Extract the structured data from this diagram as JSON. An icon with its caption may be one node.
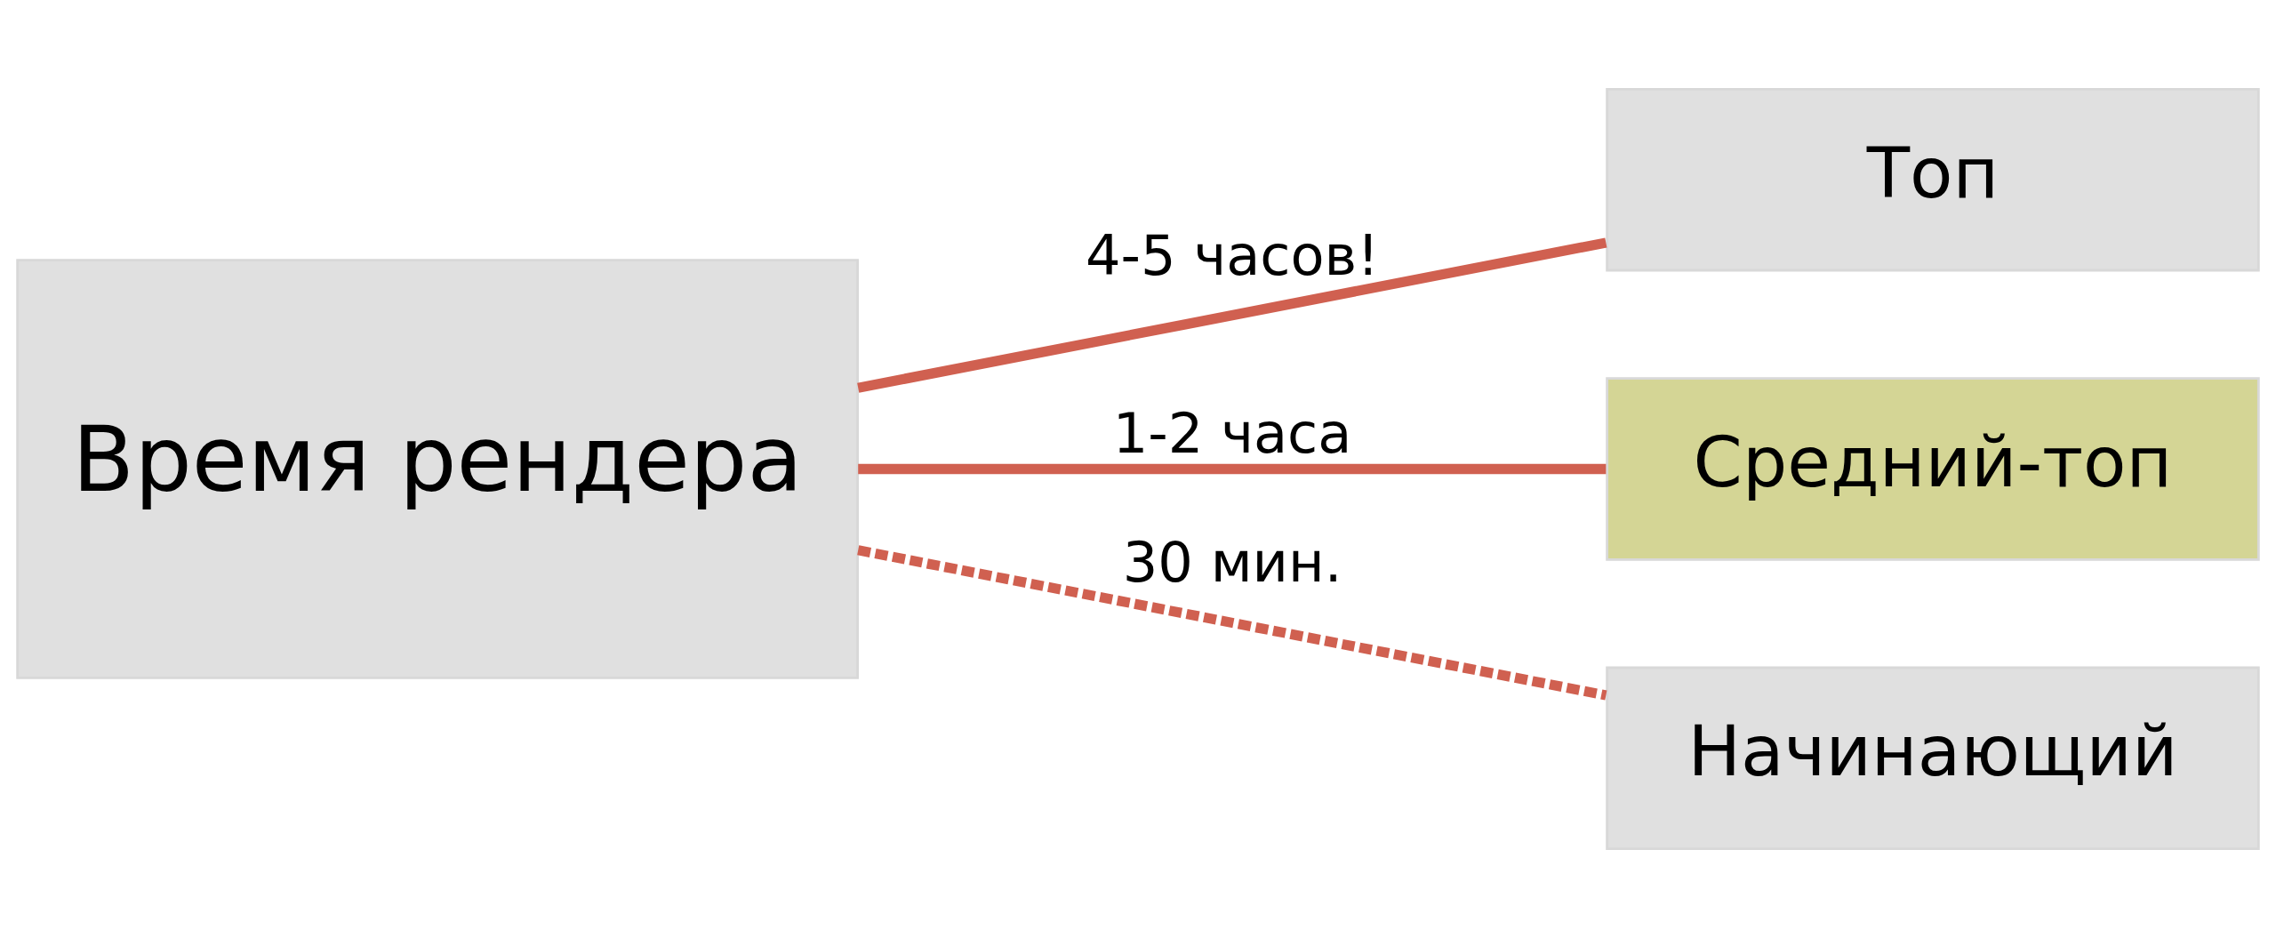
{
  "diagram": {
    "nodes": [
      {
        "text": [
          "Время рендера"
        ]
      },
      {
        "text": [
          "Топ"
        ]
      },
      {
        "text": [
          "Средний-топ"
        ]
      },
      {
        "text": [
          "Начинающий"
        ]
      }
    ],
    "edges": [
      {
        "from": 0,
        "to": 1,
        "arrow": "none",
        "label": "4-5 часов!"
      },
      {
        "from": 0,
        "to": 2,
        "arrow": "none",
        "label": "1-2 часа"
      },
      {
        "from": 0,
        "to": 3,
        "arrow": "none",
        "label": "30 мин.",
        "style": "dashed"
      }
    ]
  }
}
